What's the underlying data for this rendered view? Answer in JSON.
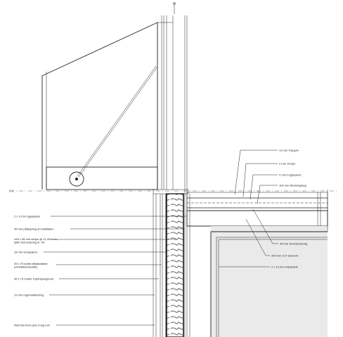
{
  "labels_right": [
    {
      "id": "trae-gulv",
      "text": "13 mm Trægulv"
    },
    {
      "id": "trinlyd",
      "text": "2 mm Trinlyd"
    },
    {
      "id": "fugtspaerre",
      "text": "2 mm Fugtspærre"
    },
    {
      "id": "afretningslag",
      "text": "100 mm Afretningslag"
    },
    {
      "id": "termoisolering",
      "text": "45 mm Termoisolering"
    },
    {
      "id": "clt-element",
      "text": "200 mm CLT element"
    },
    {
      "id": "gipsplade-loft",
      "text": "2 x 13 mm Gipsplade"
    }
  ],
  "labels_left": [
    {
      "id": "gipsplade-vaeg",
      "text": "2 x 13 mm gipsplade"
    },
    {
      "id": "forring",
      "text": "45 mm pålægning af installation"
    },
    {
      "id": "stolpe-1",
      "text": "195 x 45 mm stolpe @ CL 600mm,"
    },
    {
      "id": "stolpe-2",
      "text": "fyldt med isolering kl. 34"
    },
    {
      "id": "vindspaerre",
      "text": "18 mm vindspærre"
    },
    {
      "id": "afstandsliste-1",
      "text": "25 x 75 lodret afstandsliste"
    },
    {
      "id": "afstandsliste-2",
      "text": "(ventilationsspalte)"
    },
    {
      "id": "meiler",
      "text": "35 x 75 meiler, trykimprægneret"
    },
    {
      "id": "regnbeklaedning",
      "text": "19 mm regnbeklædning"
    },
    {
      "id": "rammer",
      "text": "Rammet Aura plus 3-lag rum"
    }
  ]
}
